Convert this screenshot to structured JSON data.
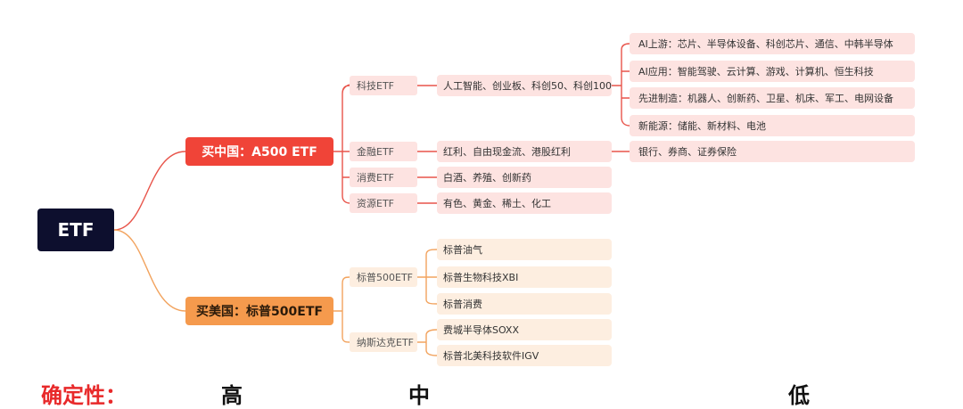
{
  "root": {
    "label": "ETF"
  },
  "china": {
    "label": "买中国：A500 ETF",
    "sectors": [
      {
        "label": "科技ETF",
        "detail": "人工智能、创业板、科创50、科创100",
        "subs": [
          "AI上游：芯片、半导体设备、科创芯片、通信、中韩半导体",
          "AI应用：智能驾驶、云计算、游戏、计算机、恒生科技",
          "先进制造：机器人、创新药、卫星、机床、军工、电网设备",
          "新能源：储能、新材料、电池"
        ]
      },
      {
        "label": "金融ETF",
        "detail": "红利、自由现金流、港股红利",
        "subs": [
          "银行、券商、证券保险"
        ]
      },
      {
        "label": "消费ETF",
        "detail": "白酒、养殖、创新药",
        "subs": []
      },
      {
        "label": "资源ETF",
        "detail": "有色、黄金、稀土、化工",
        "subs": []
      }
    ]
  },
  "us": {
    "label": "买美国：标普500ETF",
    "sectors": [
      {
        "label": "标普500ETF",
        "details": [
          "标普油气",
          "标普生物科技XBI",
          "标普消费"
        ]
      },
      {
        "label": "纳斯达克ETF",
        "details": [
          "费城半导体SOXX",
          "标普北美科技软件IGV"
        ]
      }
    ]
  },
  "certainty": {
    "label": "确定性：",
    "high": "高",
    "mid": "中",
    "low": "低"
  },
  "colors": {
    "root": "#0d0f2e",
    "china": "#f04438",
    "us": "#f59a4d",
    "china_line": "#e8544a",
    "us_line": "#f2a35e"
  }
}
